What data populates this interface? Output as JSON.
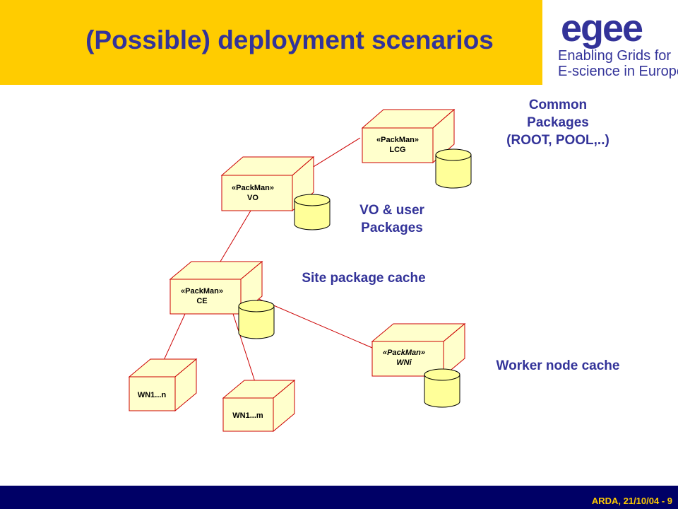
{
  "slide": {
    "title": "(Possible) deployment scenarios",
    "footer": "ARDA, 21/10/04  - 9"
  },
  "logo": {
    "word": "egee",
    "line1": "Enabling Grids for",
    "line2": "E-science in Europe"
  },
  "captions": {
    "common": [
      "Common",
      "Packages",
      "(ROOT, POOL,..)"
    ],
    "vo_user": [
      "VO & user",
      "Packages"
    ],
    "site_cache": "Site package cache",
    "worker_cache": "Worker node cache"
  },
  "nodes": {
    "lcg": {
      "stereotype": "«PackMan»",
      "name": "LCG"
    },
    "vo": {
      "stereotype": "«PackMan»",
      "name": "VO"
    },
    "ce": {
      "stereotype": "«PackMan»",
      "name": "CE"
    },
    "wni": {
      "stereotype": "«PackMan»",
      "name": "WNi"
    },
    "wn1n": {
      "name": "WN1...n"
    },
    "wn1m": {
      "name": "WN1...m"
    }
  },
  "colors": {
    "header": "#ffcc00",
    "title": "#333399",
    "node_fill": "#ffffcc",
    "node_border": "#cc0000",
    "footer": "#000066",
    "footer_text": "#ffcc00"
  }
}
